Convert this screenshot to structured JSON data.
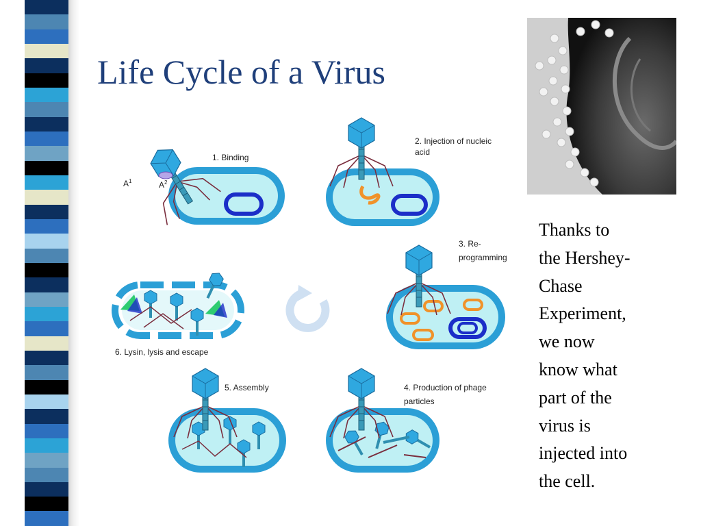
{
  "slide": {
    "title": "Life Cycle of a Virus",
    "side_text_lines": [
      "Thanks to",
      "the Hershey-",
      "Chase",
      "Experiment,",
      "we now",
      "know what",
      "part of the",
      "virus is",
      "injected into",
      "the cell."
    ]
  },
  "diagram": {
    "step1": "1.  Binding",
    "step2_line1": "2. Injection of nucleic",
    "step2_line2": "acid",
    "step3_line1": "3. Re-",
    "step3_line2": "programming",
    "step4_line1": "4. Production of phage",
    "step4_line2": "particles",
    "step5": "5.  Assembly",
    "step6": "6.  Lysin, lysis and escape",
    "a1": "A",
    "a1_sup": "1",
    "a2": "A",
    "a2_sup": "2"
  },
  "colors": {
    "title": "#1f3f7a",
    "cell_outer": "#2b9fd6",
    "cell_inner": "#bff0f4",
    "dna": "#1b2ec8",
    "injected_dna": "#f0922a",
    "phage_head": "#2fa8e0",
    "tail_fiber": "#7a2e3e",
    "stripe": [
      "#0c2f5e",
      "#4d86b2",
      "#2d6fbe",
      "#e6e6c8",
      "#000000",
      "#2ca3d6",
      "#6fa3c4",
      "#a8d3ee"
    ]
  },
  "icons": {
    "cycle": "circular-arrow-icon",
    "photo": "electron-micrograph-image"
  }
}
